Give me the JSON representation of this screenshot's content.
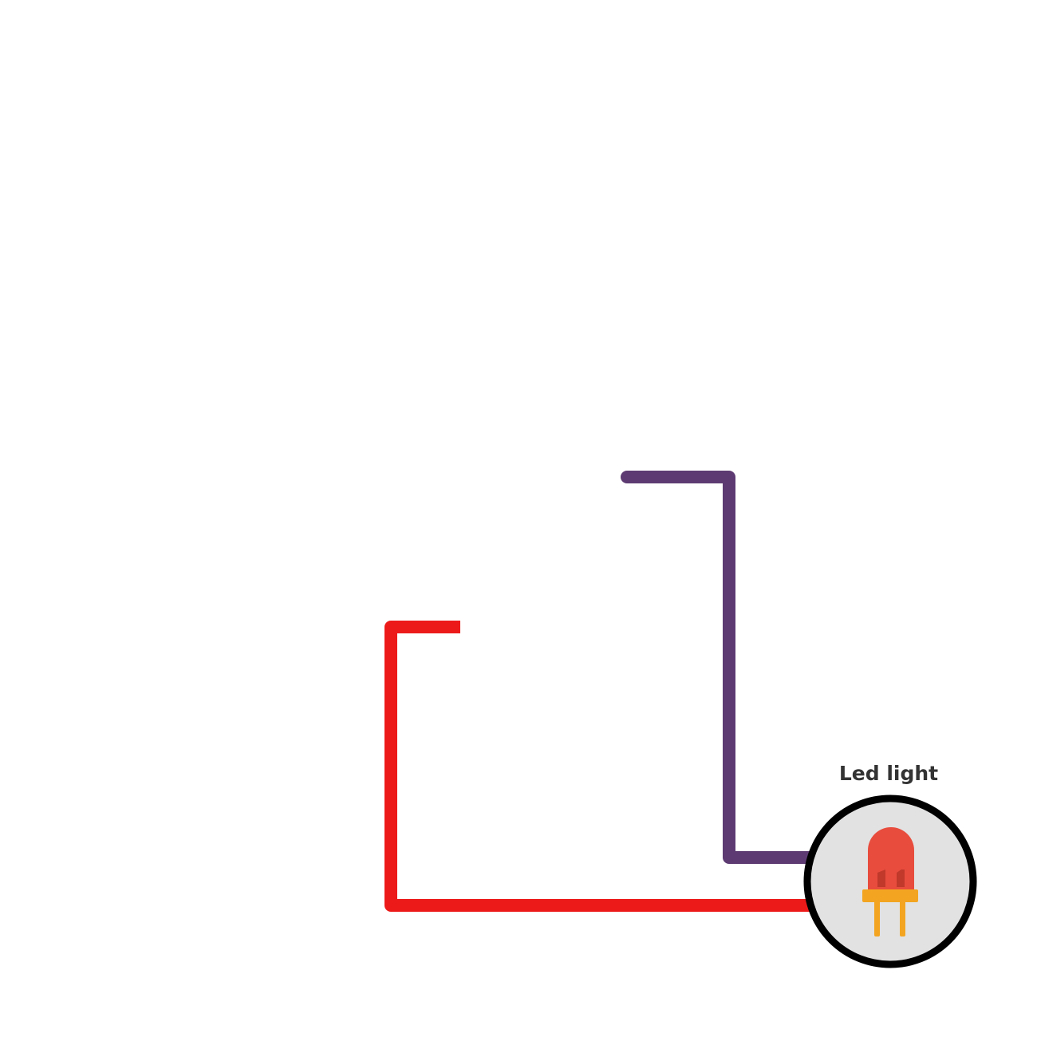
{
  "components": {
    "led": {
      "label": "Led light",
      "icon": "led-icon",
      "badge_fill": "#e2e2e2",
      "badge_stroke": "#000000",
      "bulb_color": "#e84c3d",
      "base_color": "#f3a521",
      "leg_color": "#f3a521"
    }
  },
  "wires": [
    {
      "name": "red-wire",
      "color": "#ed1a1a"
    },
    {
      "name": "purple-wire",
      "color": "#5d3b72"
    }
  ]
}
